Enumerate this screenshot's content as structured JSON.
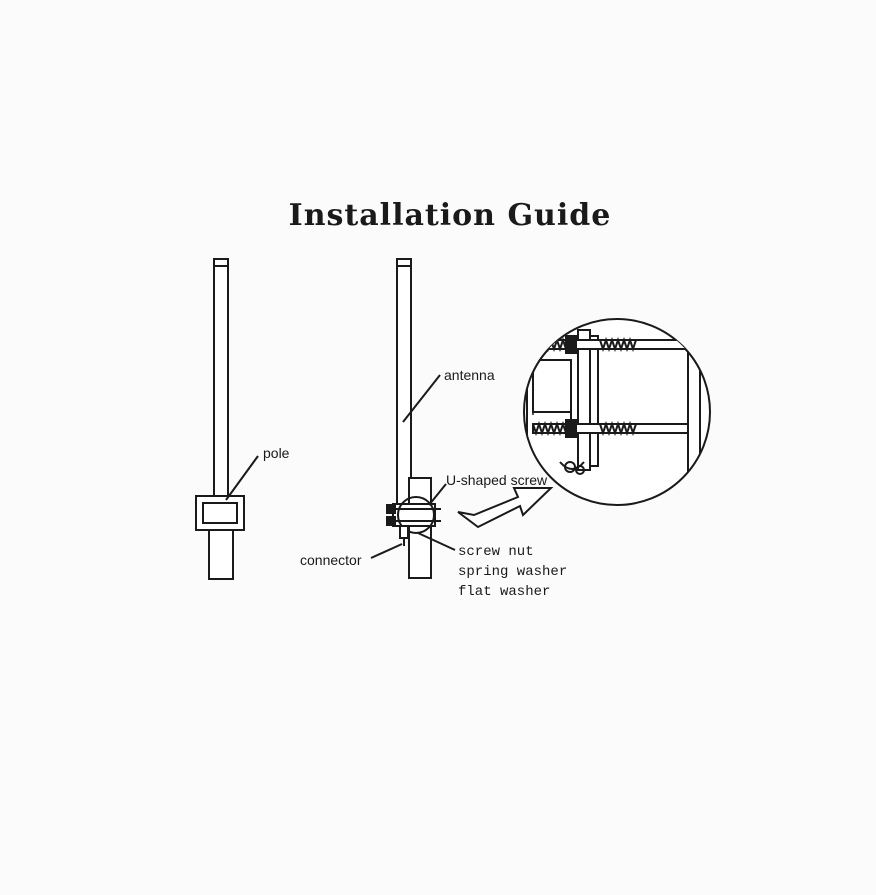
{
  "title": "Installation Guide",
  "labels": {
    "pole": "pole",
    "antenna": "antenna",
    "u_screw": "U-shaped screw",
    "connector": "connector",
    "screw_nut": "screw nut",
    "spring_washer": "spring washer",
    "flat_washer": "flat washer"
  }
}
